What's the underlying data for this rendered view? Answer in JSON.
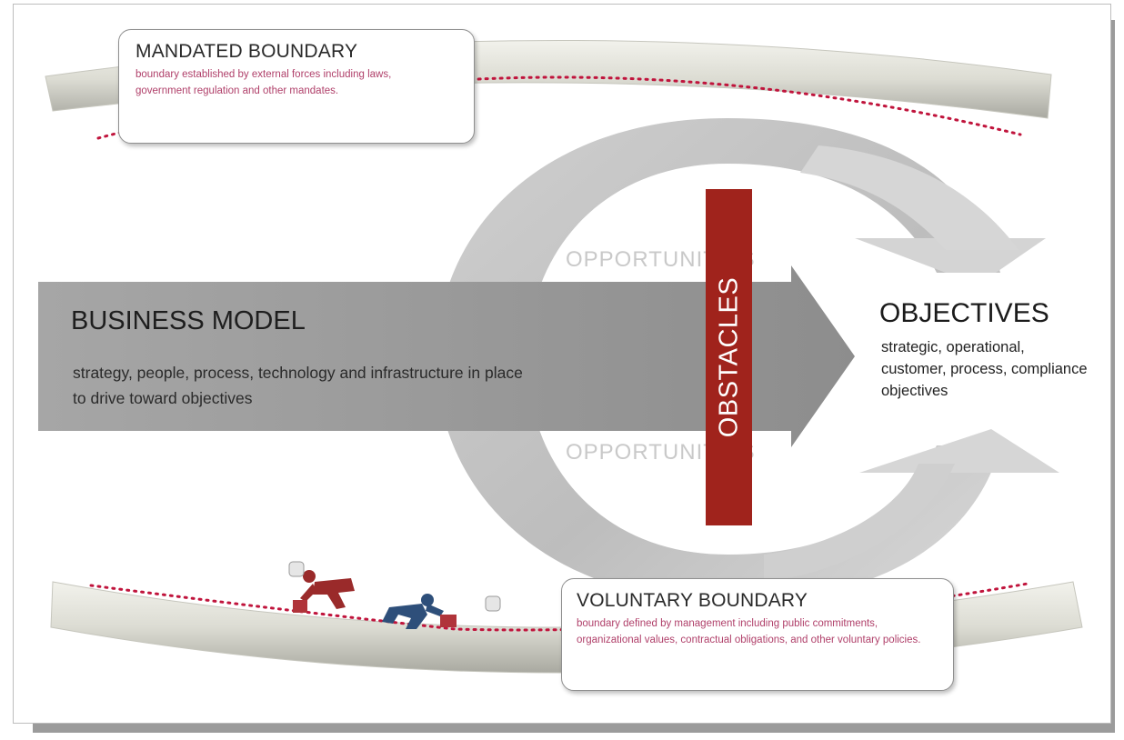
{
  "mandated": {
    "title": "MANDATED BOUNDARY",
    "description": "boundary established by external forces including laws, government regulation and other mandates."
  },
  "voluntary": {
    "title": "VOLUNTARY BOUNDARY",
    "description": "boundary defined by management including public commitments, organizational values, contractual obligations, and other voluntary policies."
  },
  "business_model": {
    "title": "BUSINESS MODEL",
    "description": "strategy, people, process, technology and infrastructure in place to drive toward objectives"
  },
  "objectives": {
    "title": "OBJECTIVES",
    "description": "strategic, operational, customer, process, compliance objectives"
  },
  "opportunities_top": "OPPORTUNITIES",
  "opportunities_bottom": "OPPORTUNITIES",
  "obstacles": "OBSTACLES",
  "colors": {
    "obstacle_red": "#a0231c",
    "boundary_dots": "#c0143c",
    "boundary_text": "#b0406a",
    "arrow_gray": "#a3a3a3",
    "curved_arrow_gray": "#d4d4d4"
  }
}
